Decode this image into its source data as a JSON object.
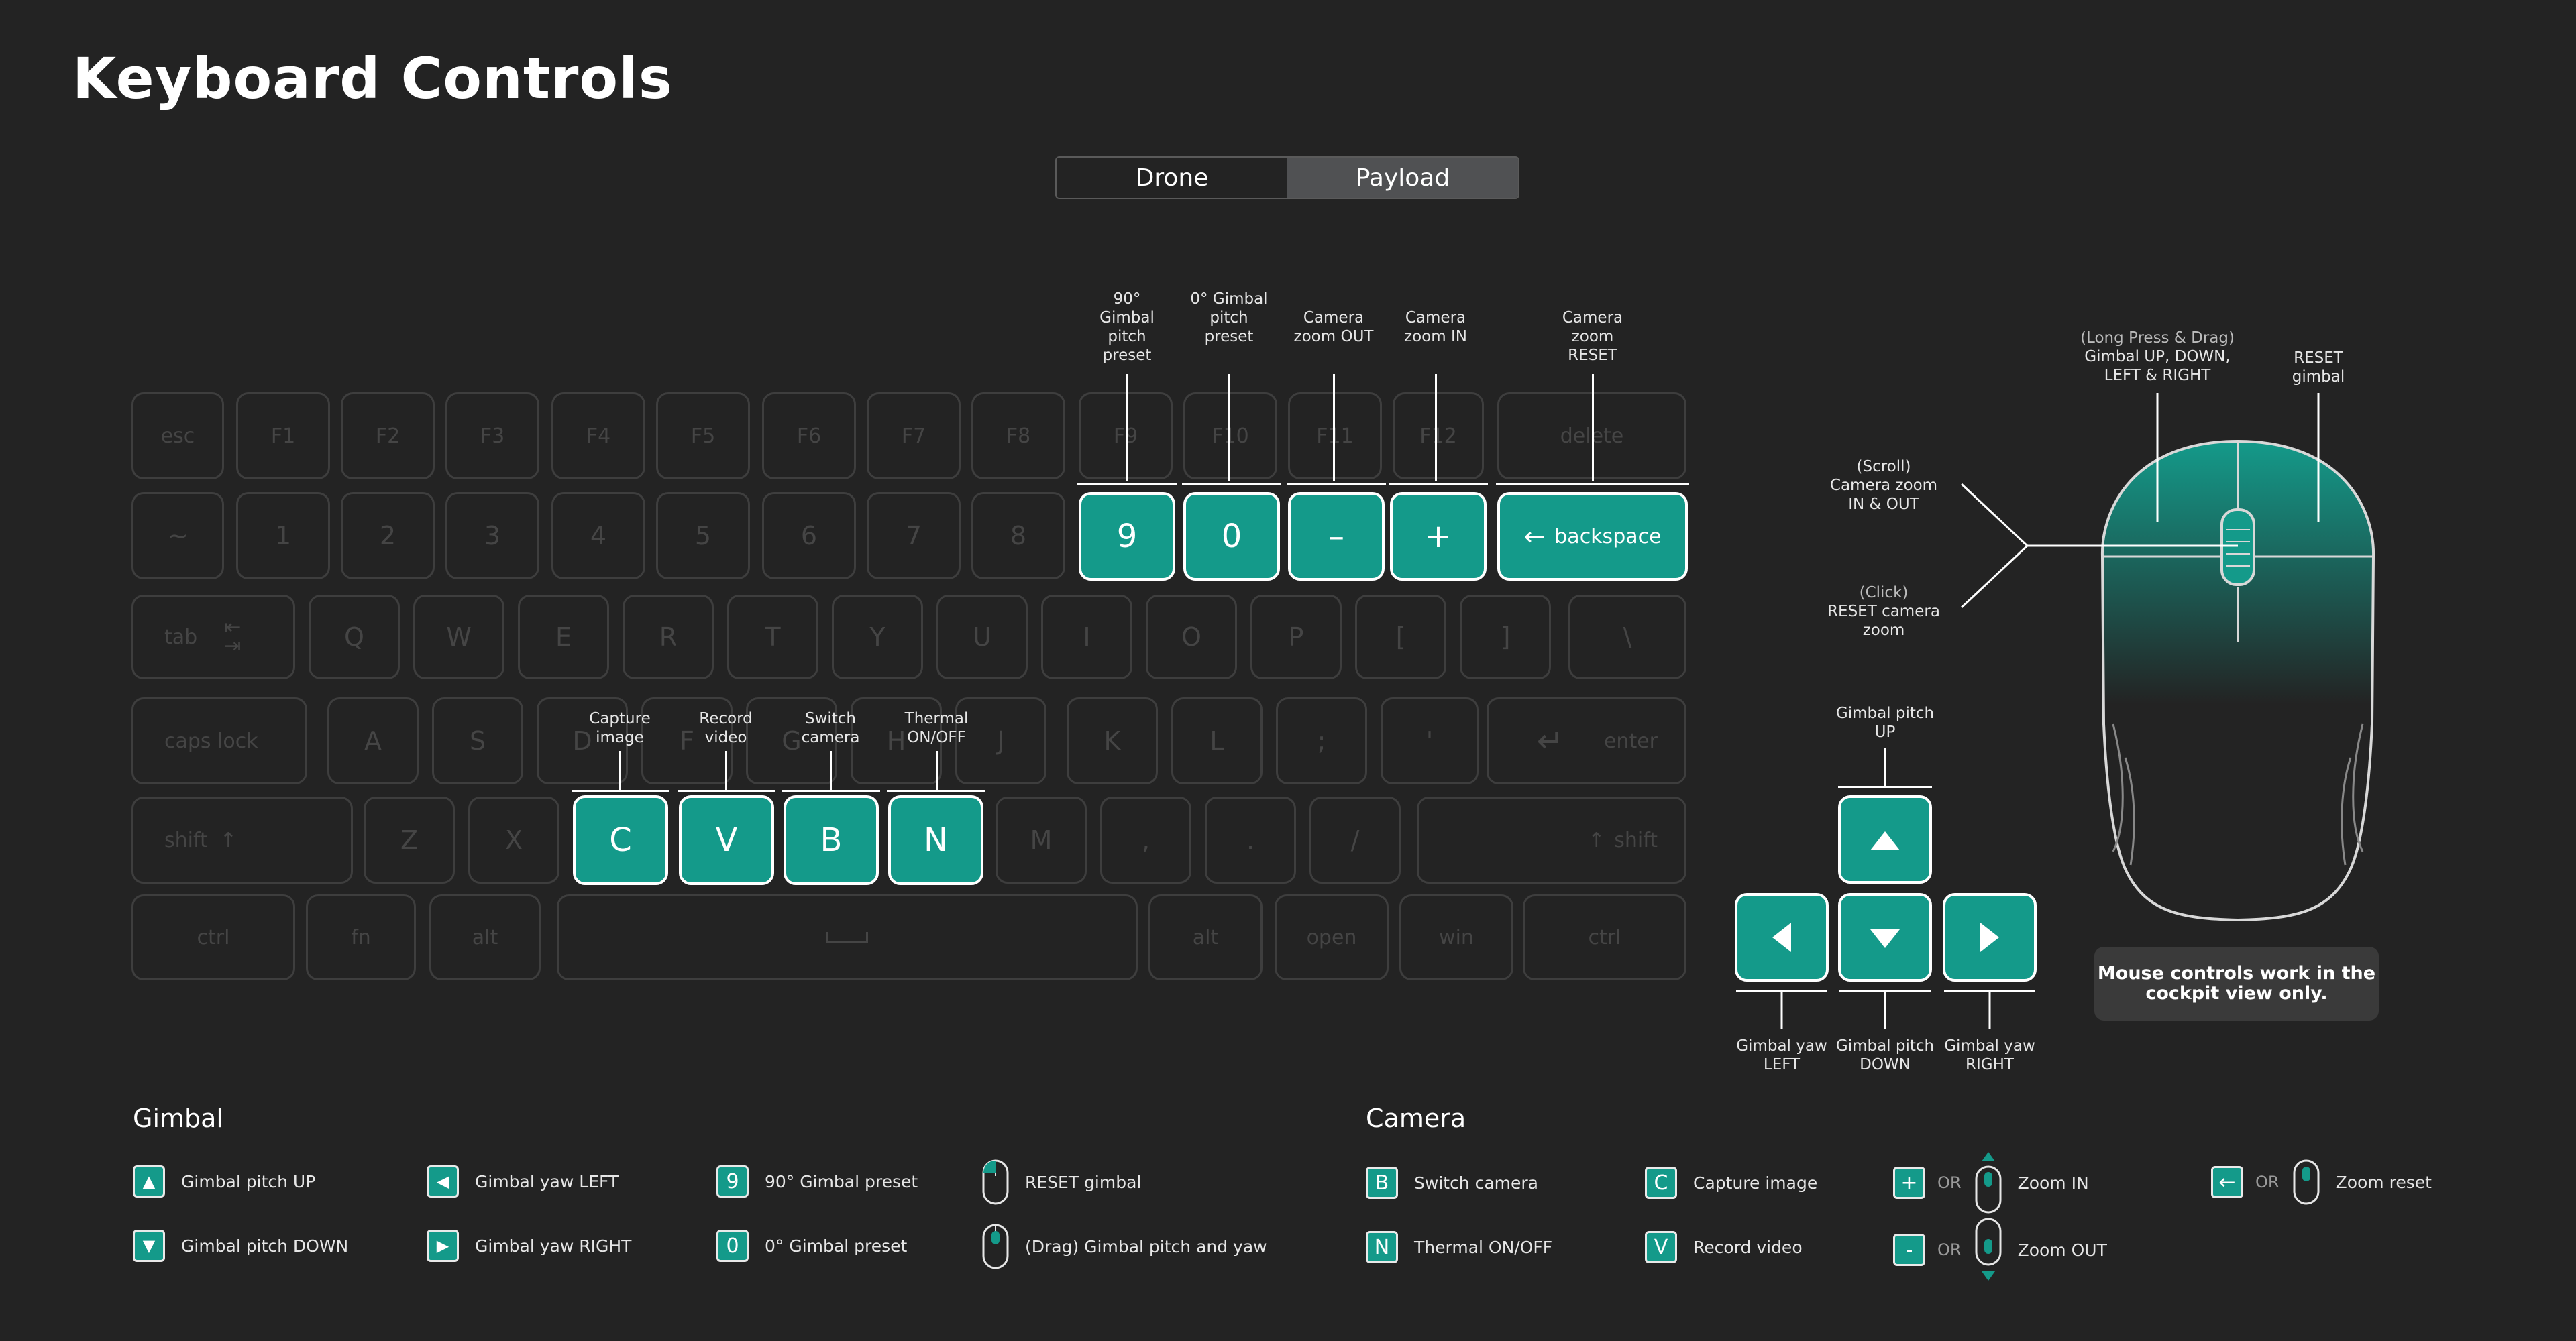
{
  "title": "Keyboard Controls",
  "tabs": [
    {
      "label": "Drone",
      "active": false
    },
    {
      "label": "Payload",
      "active": true
    }
  ],
  "keys": {
    "row1": [
      "esc",
      "F1",
      "F2",
      "F3",
      "F4",
      "F5",
      "F6",
      "F7",
      "F8",
      "F9",
      "F10",
      "F11",
      "F12",
      "delete"
    ],
    "row2": [
      "~",
      "1",
      "2",
      "3",
      "4",
      "5",
      "6",
      "7",
      "8",
      "9",
      "0",
      "–",
      "+",
      "backspace"
    ],
    "row3": [
      "tab",
      "Q",
      "W",
      "E",
      "R",
      "T",
      "Y",
      "U",
      "I",
      "O",
      "P",
      "[",
      "]",
      "\\"
    ],
    "row4": [
      "caps lock",
      "A",
      "S",
      "D",
      "F",
      "G",
      "H",
      "J",
      "K",
      "L",
      ";",
      "'",
      "enter"
    ],
    "row5": [
      "shift",
      "Z",
      "X",
      "C",
      "V",
      "B",
      "N",
      "M",
      ",",
      ".",
      "/",
      "shift"
    ],
    "row6": [
      "ctrl",
      "fn",
      "alt",
      "",
      "alt",
      "open",
      "win",
      "ctrl"
    ]
  },
  "callouts": {
    "key9": "90° Gimbal pitch preset",
    "key0": "0° Gimbal pitch preset",
    "minus": "Camera zoom OUT",
    "plus": "Camera zoom IN",
    "backspace": "Camera zoom RESET",
    "c": "Capture image",
    "v": "Record video",
    "b": "Switch camera",
    "n": "Thermal ON/OFF"
  },
  "arrows": {
    "up": "Gimbal pitch UP",
    "left": "Gimbal yaw LEFT",
    "down": "Gimbal pitch DOWN",
    "right": "Gimbal yaw RIGHT"
  },
  "mouse": {
    "drag_hint": "(Long Press & Drag)",
    "drag": "Gimbal UP, DOWN, LEFT & RIGHT",
    "reset": "RESET gimbal",
    "scroll_hint": "(Scroll)",
    "scroll": "Camera zoom IN & OUT",
    "click_hint": "(Click)",
    "click": "RESET camera zoom",
    "note": "Mouse controls work in the cockpit view only."
  },
  "legend": {
    "gimbal_title": "Gimbal",
    "camera_title": "Camera",
    "or": "OR",
    "gimbal": [
      {
        "key": "▲",
        "label": "Gimbal pitch UP"
      },
      {
        "key": "◀",
        "label": "Gimbal yaw LEFT"
      },
      {
        "key": "9",
        "label": "90° Gimbal preset"
      },
      {
        "key": "mouse",
        "label": "RESET gimbal"
      },
      {
        "key": "▼",
        "label": "Gimbal pitch DOWN"
      },
      {
        "key": "▶",
        "label": "Gimbal yaw RIGHT"
      },
      {
        "key": "0",
        "label": "0° Gimbal preset"
      },
      {
        "key": "mouse",
        "label": "(Drag) Gimbal pitch and yaw"
      }
    ],
    "camera": [
      {
        "key": "B",
        "label": "Switch camera"
      },
      {
        "key": "C",
        "label": "Capture image"
      },
      {
        "key": "+",
        "label": "Zoom IN"
      },
      {
        "key": "←",
        "label": "Zoom reset"
      },
      {
        "key": "N",
        "label": "Thermal ON/OFF"
      },
      {
        "key": "V",
        "label": "Record video"
      },
      {
        "key": "-",
        "label": "Zoom OUT"
      }
    ]
  },
  "colors": {
    "accent": "#149a8a",
    "background": "#232323",
    "key_outline": "#3e3e3e"
  }
}
